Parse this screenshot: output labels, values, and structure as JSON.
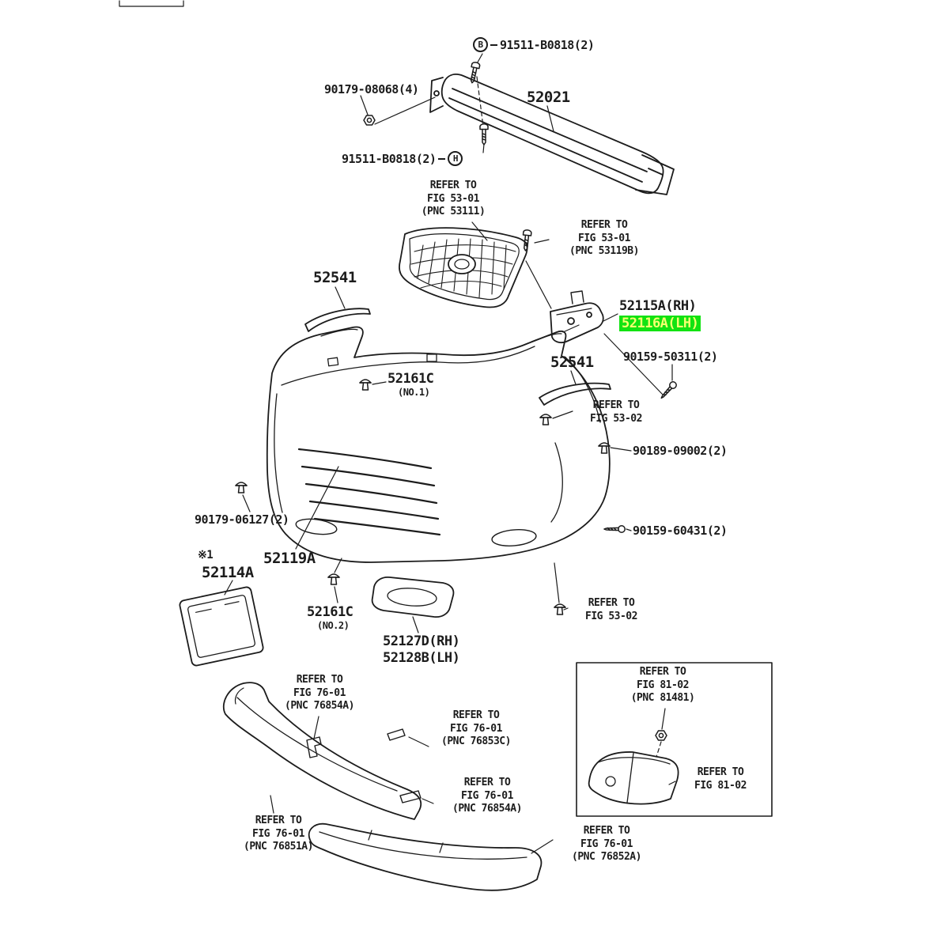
{
  "diagram": {
    "type": "exploded-parts-diagram",
    "subject": "front bumper and bumper stay assembly",
    "colors": {
      "ink": "#1c1c1c",
      "highlight_bg": "#12e312",
      "highlight_text": "#f5ff70"
    },
    "callouts": {
      "b": "B",
      "h": "H"
    },
    "parts": {
      "bolt_b": "91511-B0818(2)",
      "nut_retainer": "90179-08068(4)",
      "reinforcement": "52021",
      "bolt_h": "91511-B0818(2)",
      "strip_upper": "52541",
      "stay_rh": "52115A(RH)",
      "stay_lh": "52116A(LH)",
      "strip_lower": "52541",
      "screw_stay": "90159-50311(2)",
      "clip1": "52161C",
      "clip1_no": "(NO.1)",
      "grommet": "90189-09002(2)",
      "clip_side": "90179-06127(2)",
      "screw_lower": "90159-60431(2)",
      "bumper_cover": "52119A",
      "note_mark": "※1",
      "plate_bracket": "52114A",
      "clip2": "52161C",
      "clip2_no": "(NO.2)",
      "fog_cover_rh": "52127D(RH)",
      "fog_cover_lh": "52128B(LH)"
    },
    "refers": {
      "grille": [
        "REFER TO",
        "FIG 53-01",
        "(PNC 53111)"
      ],
      "grille_bolt": [
        "REFER TO",
        "FIG 53-01",
        "(PNC 53119B)"
      ],
      "fig5302_a": [
        "REFER TO",
        "FIG 53-02"
      ],
      "fig5302_b": [
        "REFER TO",
        "FIG 53-02"
      ],
      "fig7601_a": [
        "REFER TO",
        "FIG 76-01",
        "(PNC 76854A)"
      ],
      "fig7601_b": [
        "REFER TO",
        "FIG 76-01",
        "(PNC 76853C)"
      ],
      "fig8102_a": [
        "REFER TO",
        "FIG 81-02",
        "(PNC 81481)"
      ],
      "fig8102_b": [
        "REFER TO",
        "FIG 81-02"
      ],
      "fig7601_c": [
        "REFER TO",
        "FIG 76-01",
        "(PNC 76854A)"
      ],
      "fig7601_d": [
        "REFER TO",
        "FIG 76-01",
        "(PNC 76851A)"
      ],
      "fig7601_e": [
        "REFER TO",
        "FIG 76-01",
        "(PNC 76852A)"
      ]
    }
  }
}
